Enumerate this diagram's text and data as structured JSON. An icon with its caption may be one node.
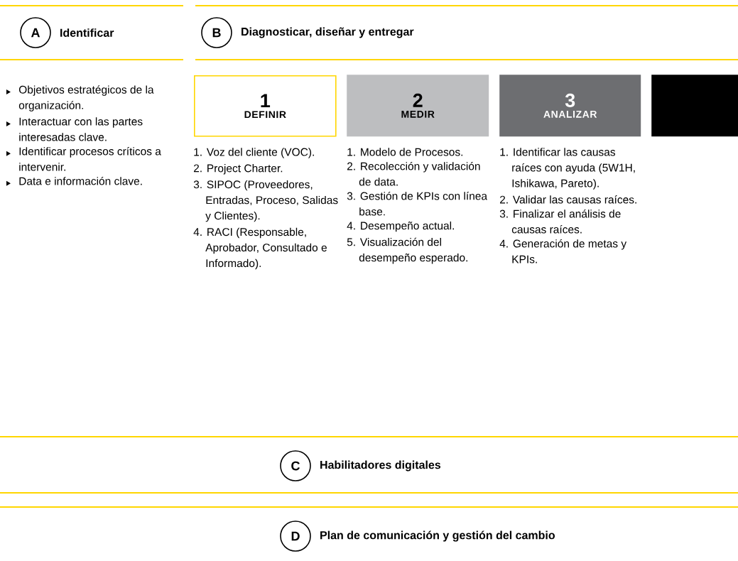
{
  "diagram": {
    "nodes": [
      {
        "text": [
          "A"
        ],
        "beside": [
          "Identificar"
        ]
      },
      {
        "text": [
          "B"
        ],
        "beside": [
          "Diagnosticar, diseñar y entregar"
        ]
      },
      {
        "text": [
          "1",
          "DEFINIR"
        ]
      },
      {
        "text": [
          "2",
          "MEDIR"
        ]
      },
      {
        "text": [
          "3",
          "ANALIZAR"
        ]
      },
      {
        "text": [],
        "shape": "box"
      },
      {
        "text": [
          "C"
        ],
        "beside": [
          "Habilitadores digitales"
        ]
      },
      {
        "text": [
          "D"
        ],
        "beside": [
          "Plan de comunicación y gestión del cambio"
        ]
      }
    ],
    "labels": [
      "Objetivos estratégicos de la organización.",
      "Interactuar con las partes interesadas clave.",
      "Identificar procesos críticos a intervenir.",
      "Data e información clave.",
      "1. Voz del cliente (VOC).",
      "2. Project Charter.",
      "3. SIPOC (Proveedores, Entradas, Proceso, Salidas y Clientes).",
      "4. RACI (Responsable, Aprobador, Consultado e Informado).",
      "1. Modelo de Procesos.",
      "2. Recolección y validación de data.",
      "3. Gestión de KPIs con línea base.",
      "4. Desempeño actual.",
      "5. Visualización del desempeño esperado.",
      "1. Identificar las causas raíces con ayuda (5W1H, Ishikawa, Pareto).",
      "2. Validar las causas raíces.",
      "3. Finalizar el análisis de causas raíces.",
      "4. Generación de metas y KPIs."
    ]
  }
}
